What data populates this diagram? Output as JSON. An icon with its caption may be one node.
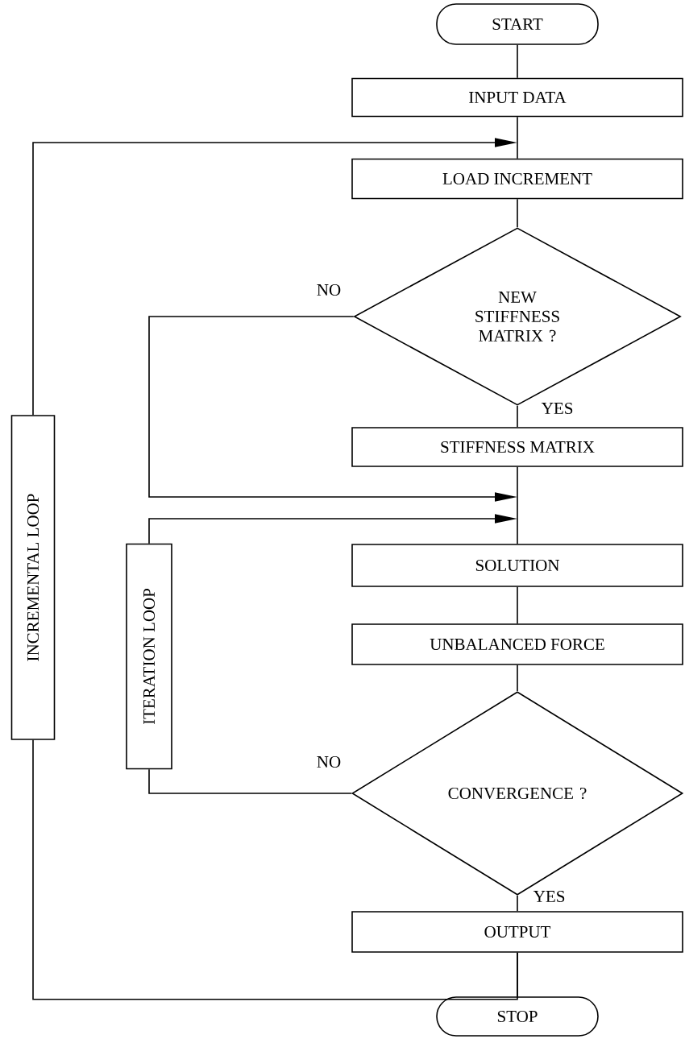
{
  "diagram": {
    "nodes": [
      {
        "text": [
          "START"
        ]
      },
      {
        "text": [
          "INPUT DATA"
        ]
      },
      {
        "text": [
          "LOAD INCREMENT"
        ]
      },
      {
        "text": [
          "NEW STIFFNESS MATRIX ?"
        ]
      },
      {
        "text": [
          "STIFFNESS MATRIX"
        ]
      },
      {
        "text": [
          "SOLUTION"
        ]
      },
      {
        "text": [
          "UNBALANCED FORCE"
        ]
      },
      {
        "text": [
          "CONVERGENCE ?"
        ]
      },
      {
        "text": [
          "OUTPUT"
        ]
      },
      {
        "text": [
          "STOP"
        ]
      },
      {
        "text": [
          "INCREMENTAL LOOP"
        ]
      },
      {
        "text": [
          "ITERATION LOOP"
        ]
      }
    ],
    "edges": [
      {
        "from": 0,
        "to": 1,
        "arrow": "none"
      },
      {
        "from": 1,
        "to": 2,
        "arrow": "none"
      },
      {
        "from": 2,
        "to": 3,
        "arrow": "none"
      },
      {
        "from": 3,
        "to": 4,
        "arrow": "none",
        "label": "YES"
      },
      {
        "from": 3,
        "to": null,
        "arrow": "to",
        "label": "NO"
      },
      {
        "from": 4,
        "to": 5,
        "arrow": "none"
      },
      {
        "from": 11,
        "to": null,
        "arrow": "to"
      },
      {
        "from": 5,
        "to": 6,
        "arrow": "none"
      },
      {
        "from": 6,
        "to": 7,
        "arrow": "none"
      },
      {
        "from": 7,
        "to": 8,
        "arrow": "none",
        "label": "YES"
      },
      {
        "from": 7,
        "to": 11,
        "arrow": "none",
        "label": "NO"
      },
      {
        "from": 8,
        "to": 9,
        "arrow": "none"
      },
      {
        "from": 8,
        "to": 10,
        "arrow": "none"
      },
      {
        "from": 10,
        "to": null,
        "arrow": "to"
      }
    ]
  }
}
